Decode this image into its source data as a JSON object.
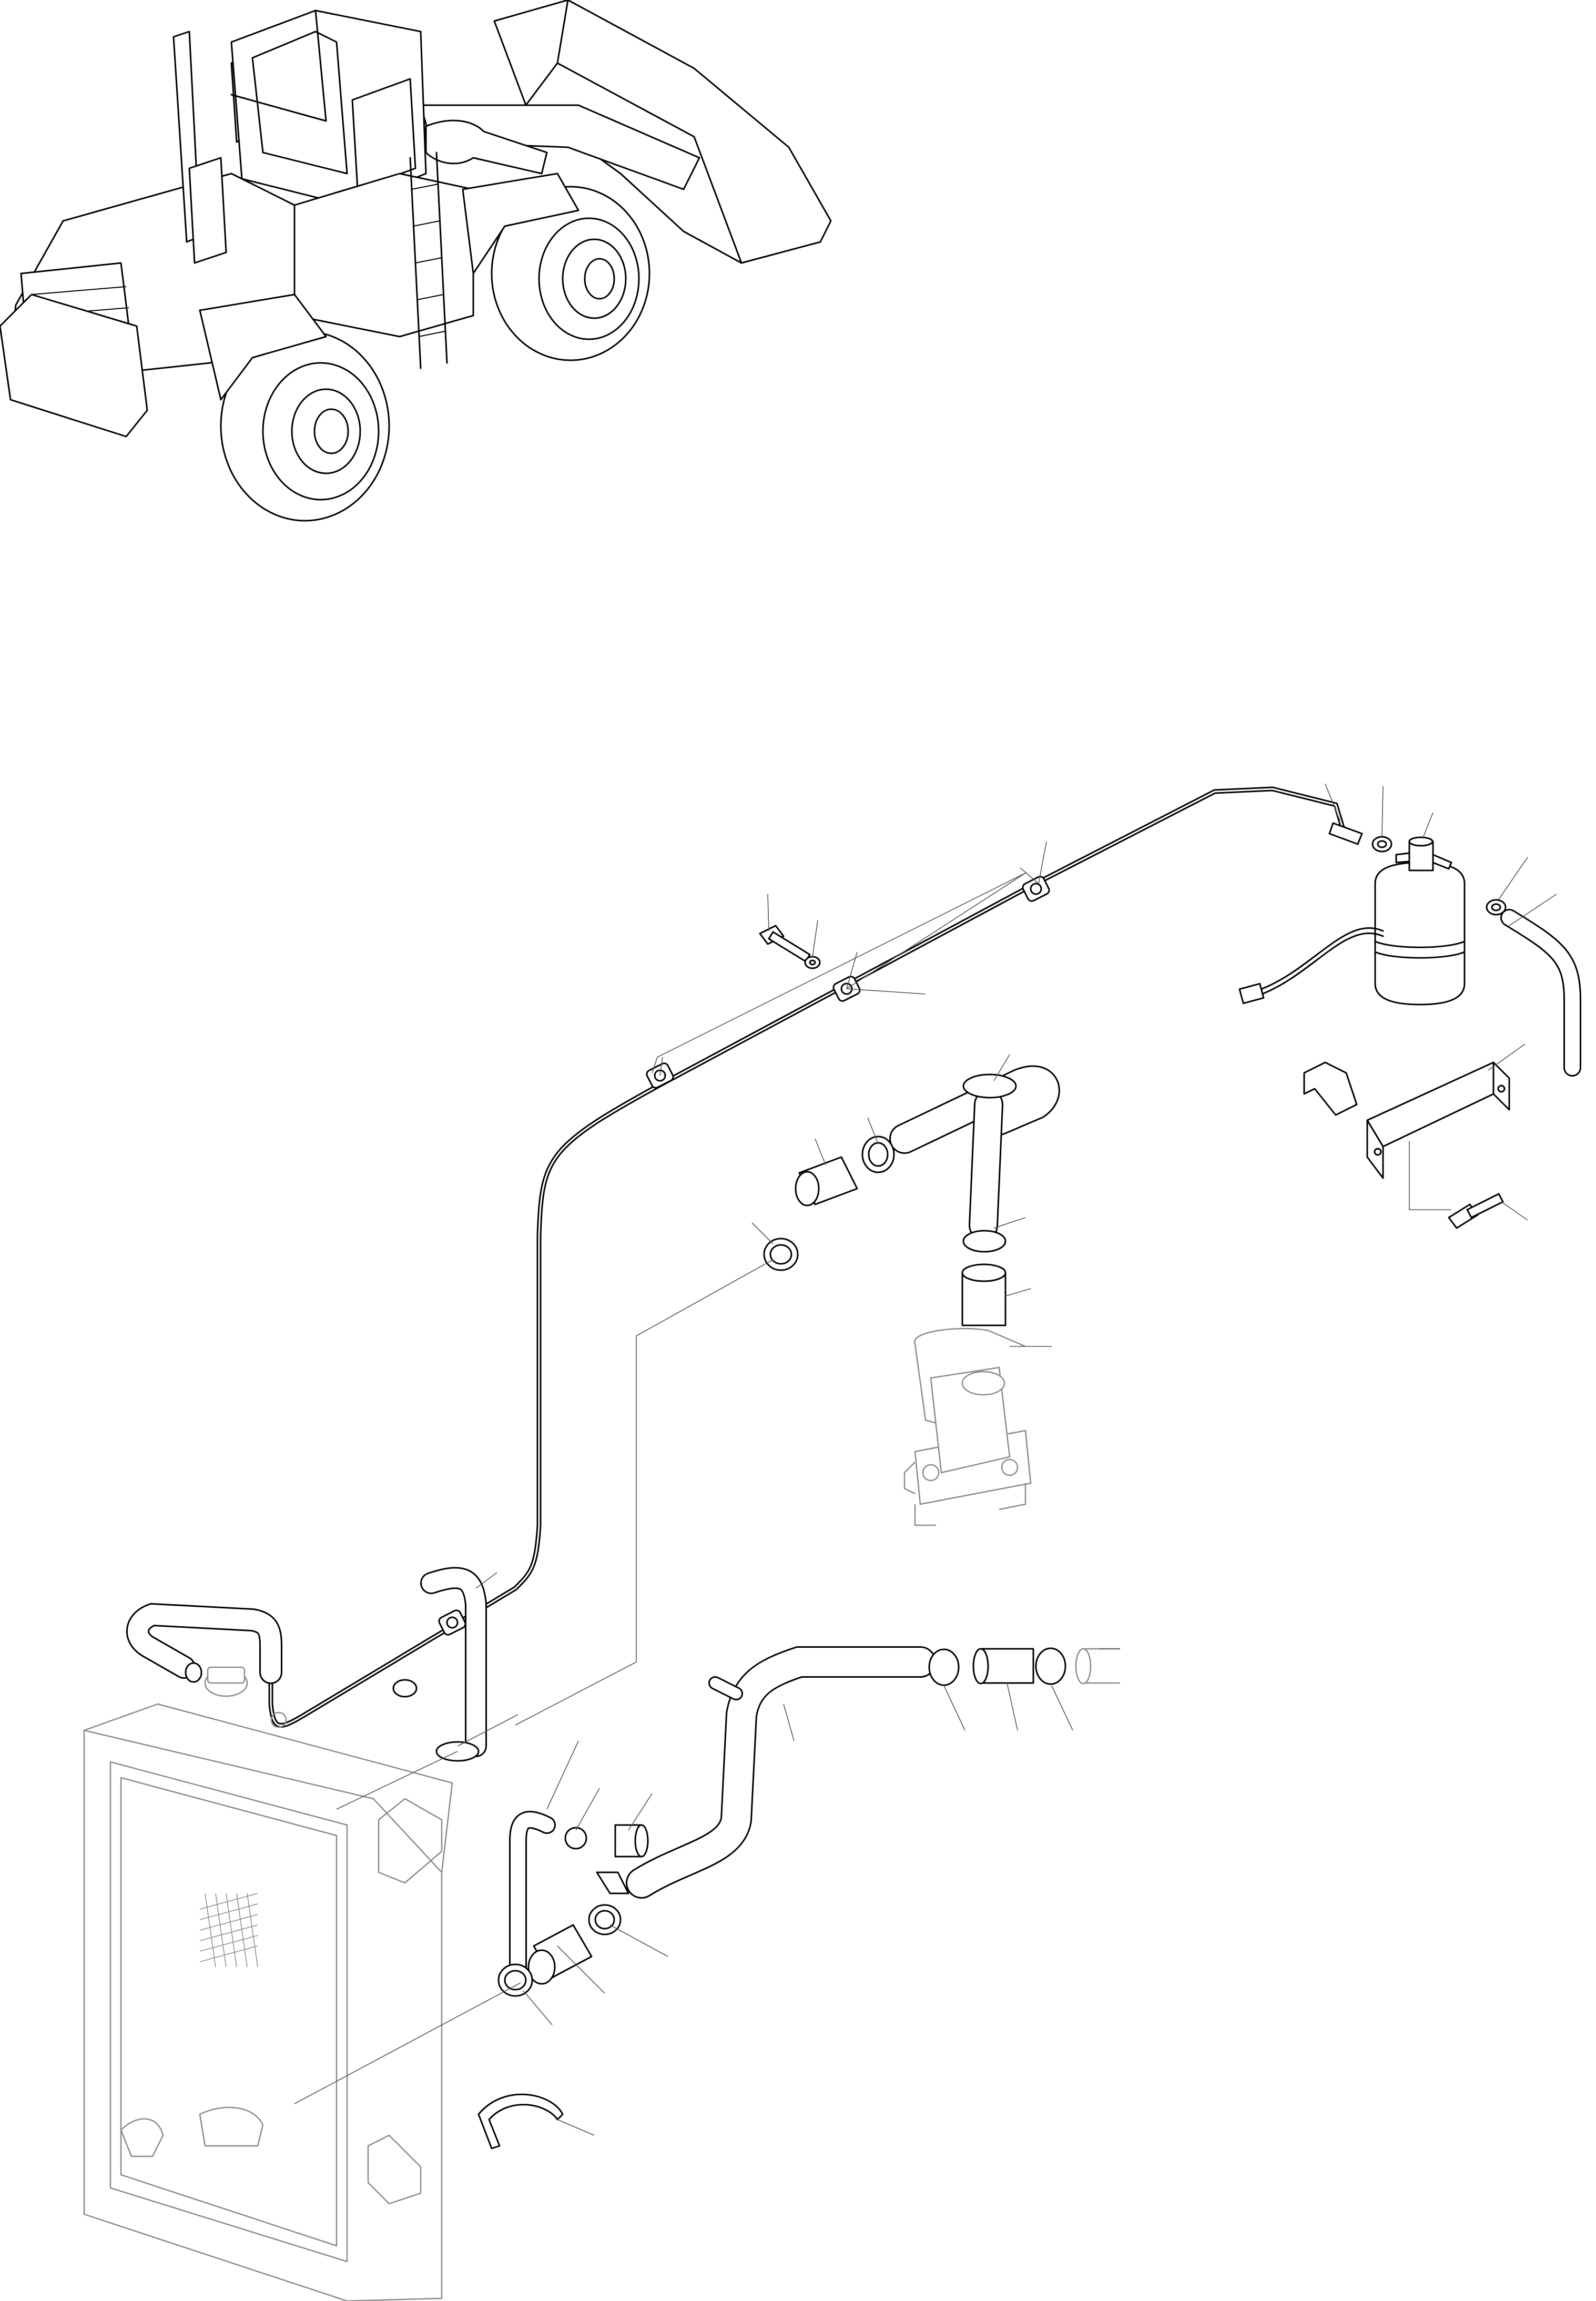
{
  "diagram": {
    "kind": "exploded-parts-drawing",
    "line_color": "#000000",
    "ghost_color": "#8a8a8a",
    "background": "#ffffff"
  },
  "components": {
    "machine": "wheel-loader-overview",
    "pipe": "coolant-line",
    "tank": "expansion-tank",
    "radiator": "radiator-core",
    "pump": "water-pump",
    "clamps": "hose-clamps",
    "hoses": "rubber-hoses"
  }
}
